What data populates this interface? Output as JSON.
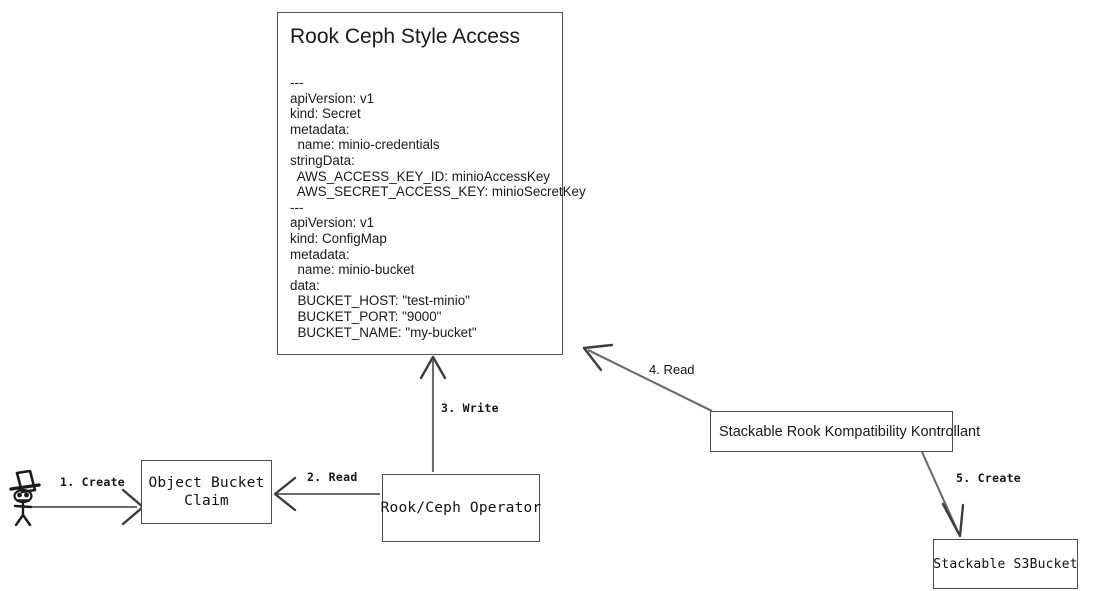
{
  "diagram": {
    "title": "Rook Ceph Style Access Flow",
    "background_color": "#ffffff",
    "stroke_color": "#4d4d4d"
  },
  "note": {
    "title": "Rook Ceph Style Access",
    "yaml": "---\napiVersion: v1\nkind: Secret\nmetadata:\n  name: minio-credentials\nstringData:\n  AWS_ACCESS_KEY_ID: minioAccessKey\n  AWS_SECRET_ACCESS_KEY: minioSecretKey\n---\napiVersion: v1\nkind: ConfigMap\nmetadata:\n  name: minio-bucket\ndata:\n  BUCKET_HOST: \"test-minio\"\n  BUCKET_PORT: \"9000\"\n  BUCKET_NAME: \"my-bucket\""
  },
  "nodes": [
    {
      "id": "actor",
      "label": "",
      "shape": "stick-figure-with-top-hat"
    },
    {
      "id": "obc",
      "label": "Object Bucket\nClaim",
      "shape": "rect"
    },
    {
      "id": "operator",
      "label": "Rook/Ceph Operator",
      "shape": "rect"
    },
    {
      "id": "srkk",
      "label": "Stackable Rook Kompatibility Kontrollant",
      "shape": "rect"
    },
    {
      "id": "s3bucket",
      "label": "Stackable S3Bucket",
      "shape": "rect"
    }
  ],
  "edges": [
    {
      "id": "e1",
      "label": "1. Create",
      "from": "actor",
      "to": "obc",
      "font": "mono"
    },
    {
      "id": "e2",
      "label": "2. Read",
      "from": "operator",
      "to": "obc",
      "font": "mono"
    },
    {
      "id": "e3",
      "label": "3. Write",
      "from": "operator",
      "to": "note",
      "font": "mono"
    },
    {
      "id": "e4",
      "label": "4. Read",
      "from": "srkk",
      "to": "note",
      "font": "sans"
    },
    {
      "id": "e5",
      "label": "5. Create",
      "from": "srkk",
      "to": "s3bucket",
      "font": "mono"
    }
  ]
}
